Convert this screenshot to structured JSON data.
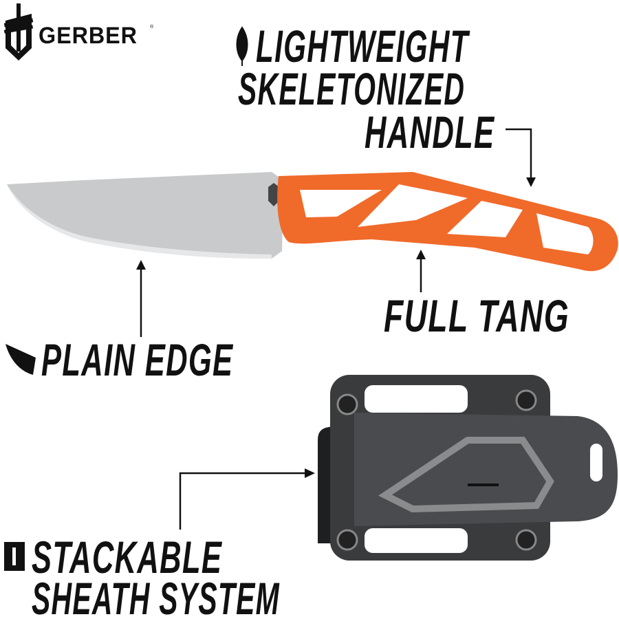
{
  "brand": {
    "name": "GERBER",
    "registered": "®"
  },
  "callouts": {
    "handle": {
      "line1": "LIGHTWEIGHT",
      "line2": "SKELETONIZED",
      "line3": "HANDLE",
      "icon": "feather-leaf-icon"
    },
    "tang": {
      "line1": "FULL TANG"
    },
    "edge": {
      "line1": "PLAIN EDGE",
      "icon": "blade-edge-icon"
    },
    "sheath": {
      "line1": "STACKABLE",
      "line2": "SHEATH SYSTEM",
      "icon": "sheath-icon"
    }
  },
  "colors": {
    "handle": "#f06a2a",
    "blade": "#c9cacb",
    "sheath": "#3a3b3d",
    "text": "#111111"
  }
}
